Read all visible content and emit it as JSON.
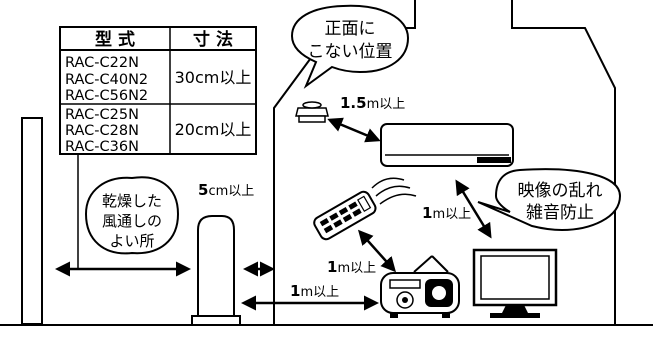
{
  "table": {
    "header_model": "型 式",
    "header_dimension": "寸 法",
    "rows": [
      {
        "models": [
          "RAC-C22N",
          "RAC-C40N2",
          "RAC-C56N2"
        ],
        "dimension": "30cm以上"
      },
      {
        "models": [
          "RAC-C25N",
          "RAC-C28N",
          "RAC-C36N"
        ],
        "dimension": "20cm以上"
      }
    ]
  },
  "callouts": {
    "ventilation": [
      "乾燥した",
      "風通しの",
      "よい所"
    ],
    "not_in_front": [
      "正面に",
      "こない位置"
    ],
    "interference": [
      "映像の乱れ",
      "雑音防止"
    ]
  },
  "distances": {
    "detector_to_unit": {
      "num": "1.5",
      "unit": "m以上"
    },
    "beside_wall": {
      "num": "5",
      "unit": "cm以上"
    },
    "unit_to_tv": {
      "num": "1",
      "unit": "m以上"
    },
    "remote_to_radio": {
      "num": "1",
      "unit": "m以上"
    },
    "outdoor_to_radio": {
      "num": "1",
      "unit": "m以上"
    }
  }
}
